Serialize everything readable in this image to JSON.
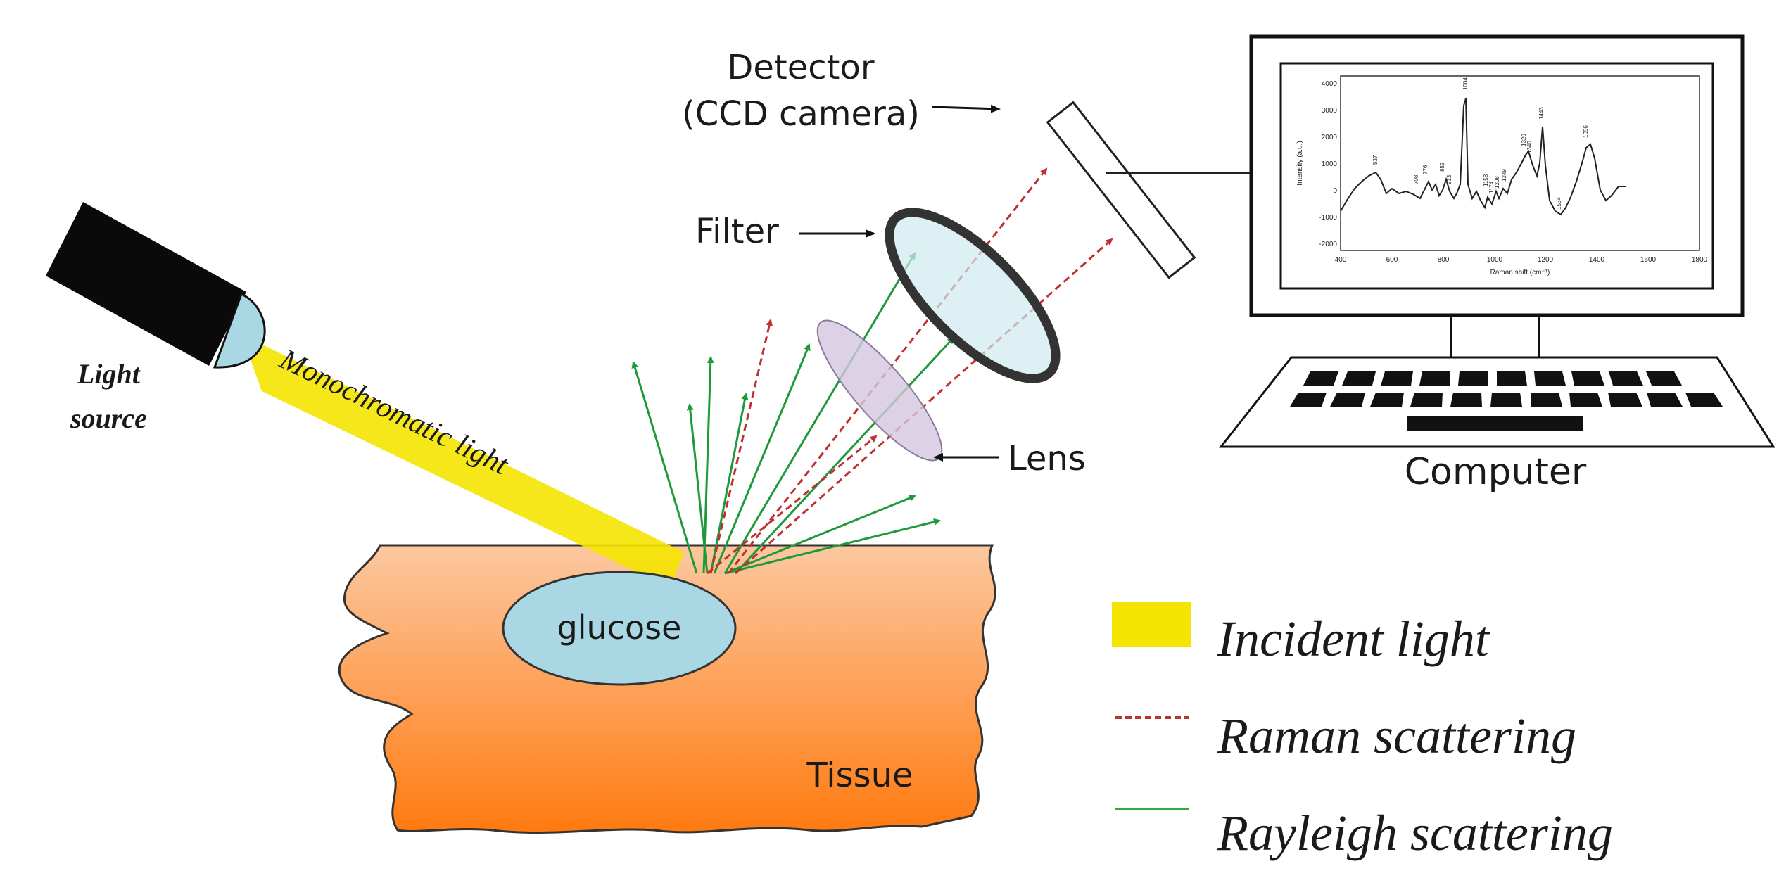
{
  "labels": {
    "detector_line1": "Detector",
    "detector_line2": "(CCD camera)",
    "filter": "Filter",
    "lens": "Lens",
    "computer": "Computer",
    "light_source_line1": "Light",
    "light_source_line2": "source",
    "beam": "Monochromatic light",
    "glucose": "glucose",
    "tissue": "Tissue"
  },
  "legend": {
    "incident": "Incident light",
    "raman": "Raman scattering",
    "rayleigh": "Rayleigh scattering"
  },
  "colors": {
    "incident": "#f4e400",
    "raman": "#b83232",
    "rayleigh": "#1e9a3a",
    "glucose": "#a9d8e4",
    "tissue_top": "#fcc79e",
    "tissue_bottom": "#ff7a10"
  },
  "spectrum": {
    "ylabel": "Intensity (a.u.)",
    "xlabel": "Raman shift (cm⁻¹)",
    "x_ticks": [
      "400",
      "600",
      "800",
      "1000",
      "1200",
      "1400",
      "1600",
      "1800"
    ],
    "y_ticks": [
      "4000",
      "3000",
      "2000",
      "1000",
      "0",
      "-1000",
      "-2000"
    ],
    "peak_labels": [
      "537",
      "708",
      "776",
      "852",
      "913",
      "1004",
      "1158",
      "1174",
      "1208",
      "1249",
      "1320",
      "1340",
      "1443",
      "1534",
      "1656"
    ]
  }
}
